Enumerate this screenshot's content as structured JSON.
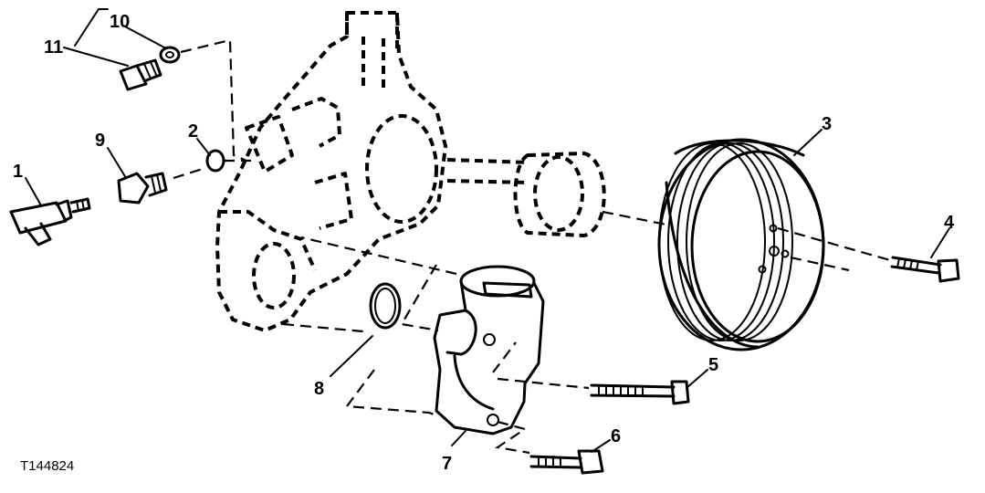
{
  "figure_id": "T144824",
  "callouts": [
    {
      "id": "1",
      "label": "1"
    },
    {
      "id": "2",
      "label": "2"
    },
    {
      "id": "3",
      "label": "3"
    },
    {
      "id": "4",
      "label": "4"
    },
    {
      "id": "5",
      "label": "5"
    },
    {
      "id": "6",
      "label": "6"
    },
    {
      "id": "7",
      "label": "7"
    },
    {
      "id": "8",
      "label": "8"
    },
    {
      "id": "9",
      "label": "9"
    },
    {
      "id": "10",
      "label": "10"
    },
    {
      "id": "11",
      "label": "11"
    }
  ],
  "colors": {
    "ink": "#000000",
    "background": "#ffffff"
  }
}
